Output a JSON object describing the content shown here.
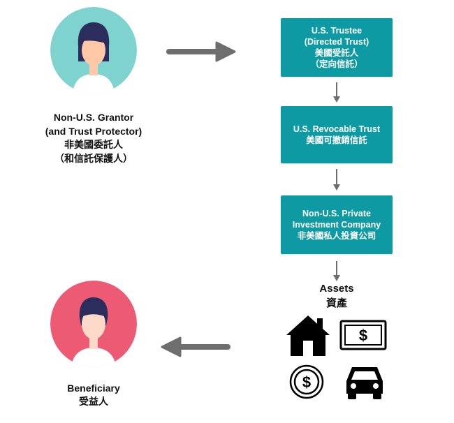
{
  "grantor": {
    "lines": [
      "Non-U.S. Grantor",
      "(and Trust Protector)",
      "非美國委託人",
      "（和信託保護人）"
    ]
  },
  "beneficiary": {
    "lines": [
      "Beneficiary",
      "受益人"
    ]
  },
  "boxes": {
    "trustee": {
      "lines": [
        "U.S. Trustee",
        "(Directed Trust)",
        "美國受託人",
        "（定向信託）"
      ]
    },
    "revocable": {
      "lines": [
        "U.S. Revocable Trust",
        "美國可撤銷信託"
      ]
    },
    "company": {
      "lines": [
        "Non-U.S. Private",
        "Investment Company",
        "非美國私人投資公司"
      ]
    }
  },
  "assets": {
    "lines": [
      "Assets",
      "資產"
    ],
    "icons": [
      "house-icon",
      "banknote-icon",
      "dollar-coin-icon",
      "car-icon"
    ],
    "bill_symbol": "$",
    "coin_symbol": "$"
  },
  "colors": {
    "box_fill": "#0e9aa3",
    "grantor_circle": "#7fd3cf",
    "beneficiary_circle": "#ec5a73",
    "arrow": "#6e6e6e",
    "hair": "#2b2d5c",
    "skin": "#ffc9a8",
    "beneficiary_skin": "#fcd9c9"
  }
}
